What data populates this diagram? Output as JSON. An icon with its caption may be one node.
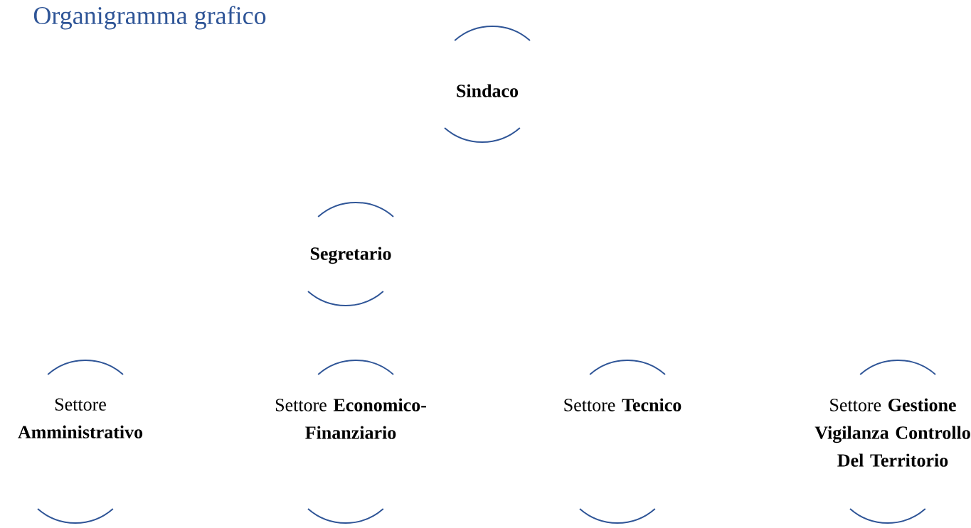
{
  "diagram": {
    "title": "Organigramma grafico",
    "nodes": [
      {
        "text": [
          "Sindaco"
        ]
      },
      {
        "text": [
          "Segretario"
        ]
      },
      {
        "text": [
          "Settore **Amministrativo**"
        ]
      },
      {
        "text": [
          "Settore **Economico-Finanziario**"
        ]
      },
      {
        "text": [
          "Settore **Tecnico**"
        ]
      },
      {
        "text": [
          "Settore **Gestione Vigilanza Controllo Del Territorio**"
        ]
      }
    ]
  }
}
